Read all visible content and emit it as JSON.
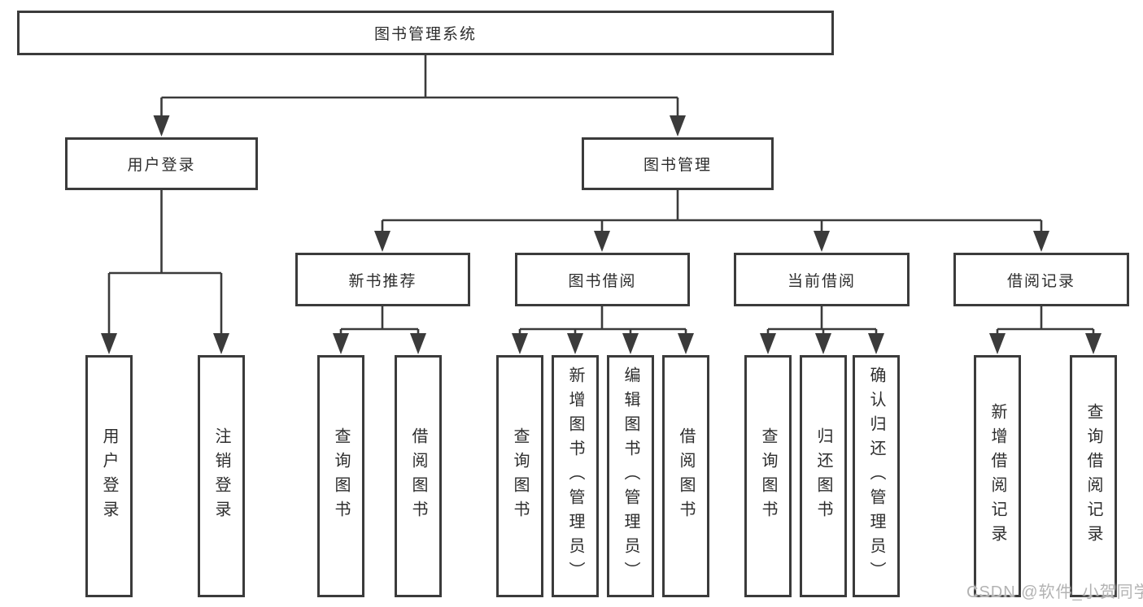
{
  "colors": {
    "background": "#ffffff",
    "line": "#3b3b3b",
    "box_border": "#3b3b3b",
    "box_fill": "#ffffff",
    "text": "#2d2d2d",
    "watermark": "#b3b3b3"
  },
  "watermark": {
    "text": "CSDN @软件_小贺同学"
  },
  "diagram": {
    "root": {
      "id": "library-management-system",
      "label": "图书管理系统"
    },
    "level2": [
      {
        "id": "user-login",
        "label": "用户登录",
        "parent": "图书管理系统"
      },
      {
        "id": "book-management",
        "label": "图书管理",
        "parent": "图书管理系统"
      }
    ],
    "level3": [
      {
        "id": "new-book-recommendation",
        "label": "新书推荐",
        "parent": "图书管理"
      },
      {
        "id": "book-borrowing",
        "label": "图书借阅",
        "parent": "图书管理"
      },
      {
        "id": "current-borrowing",
        "label": "当前借阅",
        "parent": "图书管理"
      },
      {
        "id": "borrowing-records",
        "label": "借阅记录",
        "parent": "图书管理"
      }
    ],
    "leaves": [
      {
        "id": "user-login-action",
        "label": "用户登录",
        "parent": "用户登录"
      },
      {
        "id": "logout-action",
        "label": "注销登录",
        "parent": "用户登录"
      },
      {
        "id": "query-books-recommend",
        "label": "查询图书",
        "parent": "新书推荐"
      },
      {
        "id": "borrow-books-recommend",
        "label": "借阅图书",
        "parent": "新书推荐"
      },
      {
        "id": "query-books-borrowing",
        "label": "查询图书",
        "parent": "图书借阅"
      },
      {
        "id": "add-books-admin",
        "label": "新增图书（管理员）",
        "parent": "图书借阅"
      },
      {
        "id": "edit-books-admin",
        "label": "编辑图书（管理员）",
        "parent": "图书借阅"
      },
      {
        "id": "borrow-books-borrowing",
        "label": "借阅图书",
        "parent": "图书借阅"
      },
      {
        "id": "query-books-current",
        "label": "查询图书",
        "parent": "当前借阅"
      },
      {
        "id": "return-books",
        "label": "归还图书",
        "parent": "当前借阅"
      },
      {
        "id": "confirm-return-admin",
        "label": "确认归还（管理员）",
        "parent": "当前借阅"
      },
      {
        "id": "add-borrowing-record",
        "label": "新增借阅记录",
        "parent": "借阅记录"
      },
      {
        "id": "query-borrowing-record",
        "label": "查询借阅记录",
        "parent": "借阅记录"
      }
    ]
  }
}
